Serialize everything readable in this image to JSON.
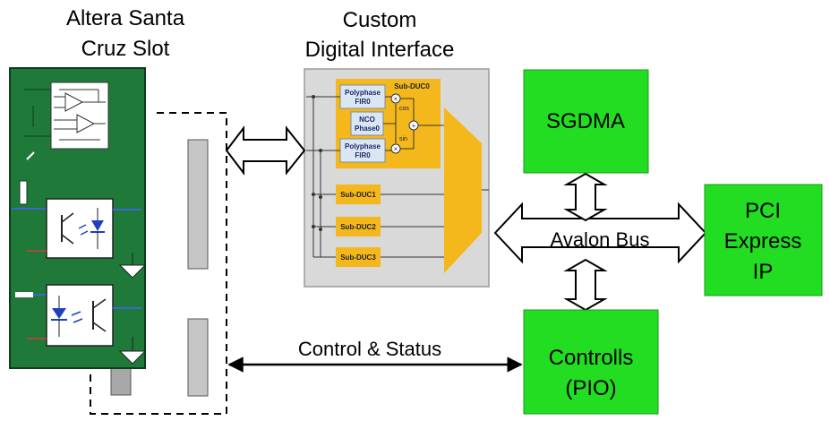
{
  "slot": {
    "title_line1": "Altera Santa",
    "title_line2": "Cruz Slot"
  },
  "interface": {
    "title_line1": "Custom",
    "title_line2": "Digital Interface",
    "subduc0": {
      "title": "Sub-DUC0",
      "fir_top_line1": "Polyphase",
      "fir_top_line2": "FIR0",
      "nco_line1": "NCO",
      "nco_line2": "Phase0",
      "fir_bottom_line1": "Polyphase",
      "fir_bottom_line2": "FIR0",
      "cos": "cos",
      "sin": "sin"
    },
    "sub_duc1": "Sub-DUC1",
    "sub_duc2": "Sub-DUC2",
    "sub_duc3": "Sub-DUC3"
  },
  "blocks": {
    "sgdma": "SGDMA",
    "pci_line1": "PCI",
    "pci_line2": "Express",
    "pci_line3": "IP",
    "controls_line1": "Controlls",
    "controls_line2": "(PIO)"
  },
  "bus": {
    "avalon": "Avalon Bus",
    "control_status": "Control & Status"
  },
  "colors": {
    "board_green": "#1f7a3a",
    "block_green": "#22dd22",
    "fpga_gray": "#d9d9d9",
    "dsp_orange": "#f5b81c",
    "dsp_light_blue": "#dbe6f3"
  }
}
